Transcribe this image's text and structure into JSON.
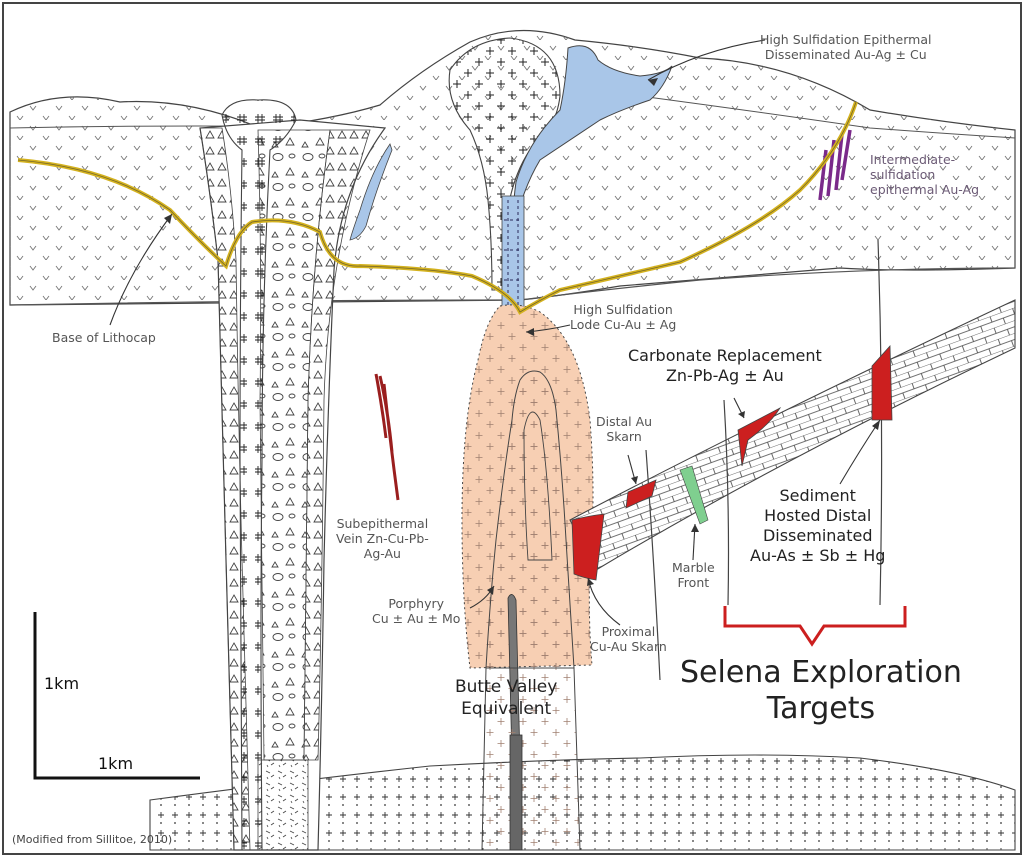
{
  "labels": {
    "high_sulfidation_epithermal": [
      "High Sulfidation Epithermal",
      "Disseminated Au-Ag ± Cu"
    ],
    "intermediate_sulfidation": [
      "Intermediate-",
      "sulfidation",
      "epithermal Au-Ag"
    ],
    "base_of_lithocap": "Base of Lithocap",
    "high_sulfidation_lode": [
      "High Sulfidation",
      "Lode Cu-Au ± Ag"
    ],
    "carbonate_replacement": [
      "Carbonate Replacement",
      "Zn-Pb-Ag ± Au"
    ],
    "distal_au_skarn": [
      "Distal Au",
      "Skarn"
    ],
    "subepithermal_vein": [
      "Subepithermal",
      "Vein Zn-Cu-Pb-",
      "Ag-Au"
    ],
    "sediment_hosted": [
      "Sediment",
      "Hosted Distal",
      "Disseminated",
      "Au-As ± Sb ± Hg"
    ],
    "marble_front": [
      "Marble",
      "Front"
    ],
    "porphyry": [
      "Porphyry",
      "Cu ± Au ± Mo"
    ],
    "proximal_skarn": [
      "Proximal",
      "Cu-Au Skarn"
    ],
    "butte_valley": [
      "Butte Valley",
      "Equivalent"
    ],
    "selena_targets": [
      "Selena Exploration",
      "Targets"
    ],
    "scale_vertical": "1km",
    "scale_horizontal": "1km",
    "credit": "(Modified from Sillitoe, 2010)"
  },
  "colors": {
    "lithocap_line": "#d4b21f",
    "advanced_argillic": "#a9c6e8",
    "porphyry_halo": "#f7cfb3",
    "ore_red": "#cc1f1f",
    "marble_green": "#7fcf8f",
    "purple_veins": "#7a2a8a",
    "bracket_red": "#cc1f1f"
  }
}
